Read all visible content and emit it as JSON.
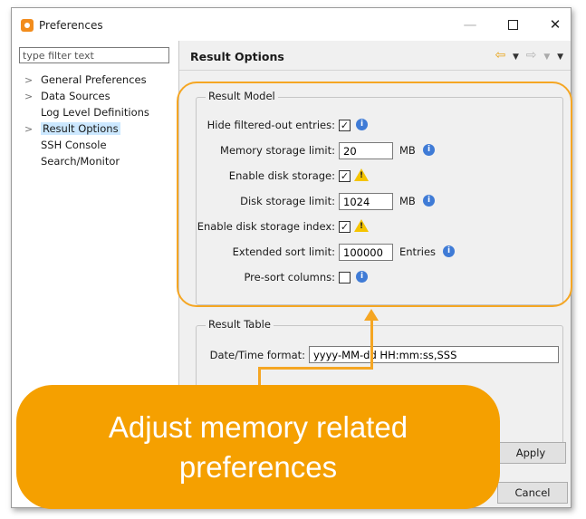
{
  "window": {
    "title": "Preferences",
    "minimize": "—",
    "close": "✕"
  },
  "sidebar": {
    "filter_placeholder": "type filter text",
    "items": [
      {
        "label": "General Preferences",
        "arrow": ">"
      },
      {
        "label": "Data Sources",
        "arrow": ">"
      },
      {
        "label": "Log Level Definitions",
        "arrow": ""
      },
      {
        "label": "Result Options",
        "arrow": ">"
      },
      {
        "label": "SSH Console",
        "arrow": ""
      },
      {
        "label": "Search/Monitor",
        "arrow": ""
      }
    ]
  },
  "page": {
    "title": "Result Options",
    "back_icon": "⇦",
    "forward_icon": "⇨",
    "dropdown_icon": "▼"
  },
  "result_model": {
    "legend": "Result Model",
    "hide_filtered": {
      "label": "Hide filtered-out entries:",
      "checked": "✓"
    },
    "memory_limit": {
      "label": "Memory storage limit:",
      "value": "20",
      "unit": "MB"
    },
    "enable_disk": {
      "label": "Enable disk storage:",
      "checked": "✓"
    },
    "disk_limit": {
      "label": "Disk storage limit:",
      "value": "1024",
      "unit": "MB"
    },
    "enable_disk_index": {
      "label": "Enable disk storage index:",
      "checked": "✓"
    },
    "sort_limit": {
      "label": "Extended sort limit:",
      "value": "100000",
      "unit": "Entries"
    },
    "presort": {
      "label": "Pre-sort columns:",
      "checked": ""
    }
  },
  "result_table": {
    "legend": "Result Table",
    "datetime_label": "Date/Time format:",
    "datetime_value": "yyyy-MM-dd HH:mm:ss,SSS"
  },
  "buttons": {
    "apply": "Apply",
    "cancel": "Cancel"
  },
  "callout": {
    "text": "Adjust memory related preferences"
  },
  "icons": {
    "info": "i",
    "warning": "!"
  },
  "colors": {
    "accent": "#f5a623",
    "selection": "#cce8ff",
    "info": "#3f7bd6",
    "warning": "#f5c400"
  }
}
